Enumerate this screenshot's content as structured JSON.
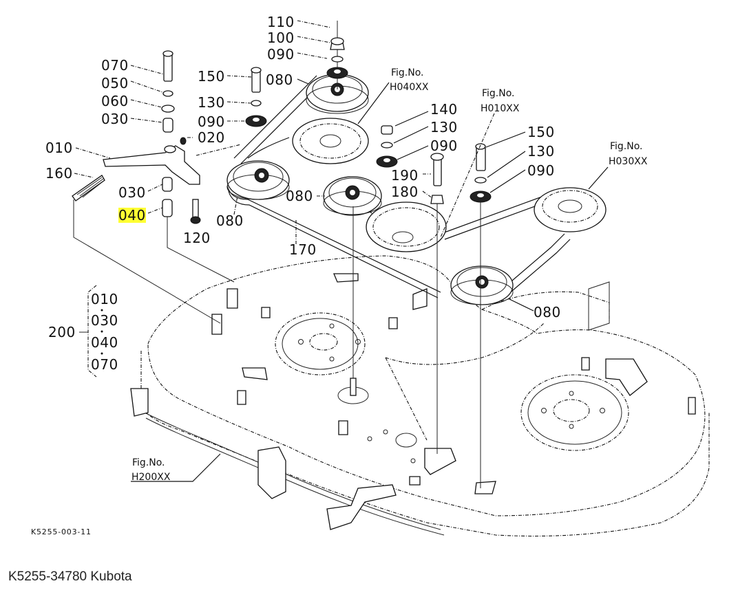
{
  "diagram": {
    "type": "exploded-parts-diagram",
    "drawing_code": "K5255-003-11",
    "highlight_color": "#ffff33",
    "highlighted_part": "040",
    "callouts": {
      "p110": "110",
      "p100": "100",
      "p090_top": "090",
      "p080_top": "080",
      "p150_left": "150",
      "p130_left": "130",
      "p090_left": "090",
      "p070": "070",
      "p050": "050",
      "p060": "060",
      "p030_top": "030",
      "p020": "020",
      "p010": "010",
      "p160": "160",
      "p030_mid": "030",
      "p040": "040",
      "p120": "120",
      "p080_left": "080",
      "p080_mid": "080",
      "p170": "170",
      "p140": "140",
      "p130_mid": "130",
      "p090_mid": "090",
      "p190": "190",
      "p180": "180",
      "p150_right": "150",
      "p130_right": "130",
      "p090_right": "090",
      "p080_bottom": "080"
    },
    "assembly_group": {
      "number": "200",
      "members": [
        "010",
        "030",
        "040",
        "070"
      ]
    },
    "figure_refs": {
      "h040": {
        "label": "Fig.No.",
        "code": "H040XX"
      },
      "h010": {
        "label": "Fig.No.",
        "code": "H010XX"
      },
      "h030": {
        "label": "Fig.No.",
        "code": "H030XX"
      },
      "h200": {
        "label": "Fig.No.",
        "code": "H200XX"
      }
    }
  },
  "caption": "K5255-34780 Kubota"
}
